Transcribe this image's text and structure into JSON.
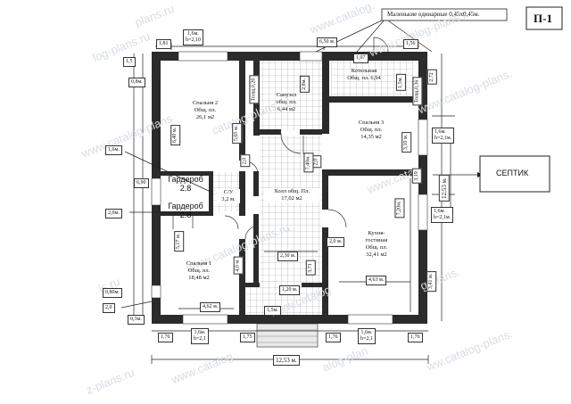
{
  "sheet_id": "П-1",
  "note_small_windows": "Маленькие одинарные 0,45х0,45м.",
  "septic": "СЕПТИК",
  "watermarks": [
    "plans.ru",
    "www.catalog.",
    "log-plans.ru",
    "www.catalog-plans.r",
    "www.catalog-plans",
    "www.catalog-plans.",
    "catalog-plans",
    "www.cata",
    "is.ru",
    "www.catalog-plans.ru",
    "g-plans.",
    "www.catalog",
    "z-plans.ru",
    "www.catalog",
    "alog-plan",
    "ww.catalog-plans."
  ],
  "rooms": {
    "bedroom2": {
      "name": "Спальня 2",
      "area_label": "Общ. пл.",
      "area": "26,1 м2"
    },
    "bathroom": {
      "name": "Санузел",
      "area_label": "общ. пл.",
      "area": "6,44 м2"
    },
    "boiler": {
      "name": "Котельная",
      "area_label": "Общ. пл. 6,94"
    },
    "bedroom3": {
      "name": "Спальня 3",
      "area_label": "Общ. пл.",
      "area": "14,35 м2"
    },
    "wardrobe1": {
      "name": "Гардероб",
      "area": "2.8"
    },
    "wardrobe2": {
      "name": "Гардероб",
      "area": "2.8"
    },
    "wc": {
      "name": "С/У",
      "area": "3,2 м."
    },
    "hall": {
      "name": "Холл общ. Пл.",
      "area": "17,02 м2"
    },
    "kitchen": {
      "name": "Кухня-",
      "name2": "гостиная",
      "area_label": "Общ. пл.",
      "area": "32,41 м2"
    },
    "bedroom1": {
      "name": "Спальня 1",
      "area_label": "Общ. пл.",
      "area": "18,48 м2"
    }
  },
  "window_callouts": {
    "top_window": {
      "w": "1,6м.",
      "h": "h=2,10"
    },
    "right_window": {
      "w": "1,6м.",
      "h": "h=2,1м."
    },
    "right_lower": {
      "w": "1,6м.",
      "h": "h=2,1м."
    },
    "bottom_left": {
      "w": "1,6м.",
      "h": "h=2,1"
    },
    "bottom_right": {
      "w": "1,6м.",
      "h": "h=2,1"
    },
    "left_a": "1,6м.",
    "left_b": "2,0м.",
    "left_c": "0,80м.",
    "left_d": "2,0",
    "left_e": "0,3м."
  },
  "dims": {
    "d_181": "1,81",
    "d_650": "6,50 м.",
    "d_156": "1,56",
    "d_107": "1,07",
    "d_15a": "1,5",
    "d_08": "0,8м.",
    "d_690": "6,90",
    "d_272": "2,72",
    "d_565": "5,65 м.",
    "d_640": "6,40 м.",
    "d_tom020": "Толщ.0,20",
    "d_tom036": "Толщ.0,36",
    "d_28": "2,8м.",
    "d_15m": "1,5м.",
    "d_310": "3,10 м.",
    "d_20a": "2,0",
    "d_20b": "2,0",
    "d_740": "7,40м.",
    "d_319": "3,19",
    "d_1253v": "12,53 м.",
    "d_720": "7,20м.",
    "d_20c": "2,0 м.",
    "d_517": "5,17 м.",
    "d_40": "4,0 м.",
    "d_230": "2,30 м.",
    "d_371": "3,71",
    "d_463": "4,63 м.",
    "d_341": "3,41 м.",
    "d_462": "4,62 м.",
    "d_120": "1,20 м.",
    "d_15b": "1,5м.",
    "d_176a": "1,76",
    "d_175": "1,75",
    "d_176b": "1,76",
    "d_176c": "1,76",
    "d_1253h": "12,53 м."
  },
  "colors": {
    "wall": "#2b2b2b",
    "tile": "#9aa0a6",
    "dim": "#222222",
    "watermark": "#d6dde6"
  }
}
